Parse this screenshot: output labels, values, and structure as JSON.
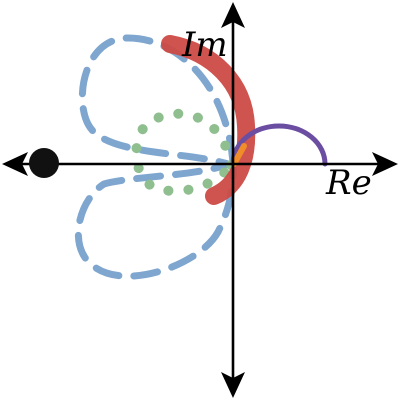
{
  "axes": {
    "real_label": "Re",
    "imag_label": "Im"
  },
  "curves": [
    {
      "name": "blue-dashed-loops",
      "color": "#7ea6cf",
      "style": "dashed"
    },
    {
      "name": "green-dotted-loop",
      "color": "#8fbe8f",
      "style": "dotted"
    },
    {
      "name": "red-thick-arc",
      "color": "#cc4a45",
      "style": "solid"
    },
    {
      "name": "purple-semicircle",
      "color": "#6b4ea2",
      "style": "solid"
    },
    {
      "name": "orange-segment",
      "color": "#f08c2a",
      "style": "solid"
    }
  ],
  "marker": {
    "name": "black-dot",
    "color": "#111111"
  }
}
